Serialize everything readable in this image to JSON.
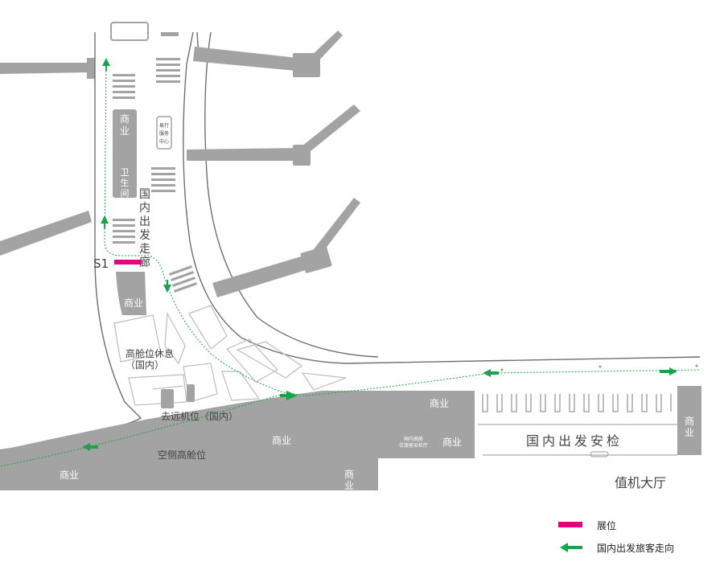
{
  "colors": {
    "building": "#a3a3a3",
    "road_line": "#6f6f6f",
    "booth": "#e4007f",
    "route": "#1aa34a",
    "label_white": "#ffffff",
    "label_dark": "#444444"
  },
  "labels": {
    "commerce_top": "商业",
    "toilet": "卫生间",
    "corridor": "国内出发走廊",
    "booth_code": "S1",
    "commerce_mid": "商业",
    "premium_lounge_line1": "高舱位休息",
    "premium_lounge_line2": "（国内）",
    "remote_gate": "去远机位（国内）",
    "airside_premium": "空侧高舱位",
    "commerce_bottom_center": "商业",
    "commerce_left_bottom": "商业",
    "commerce_below": "商业",
    "commerce_right_block": "商业",
    "commerce_near_check": "商业",
    "commerce_far_right": "商业",
    "domestic_transfer_line1": "国内高舱",
    "domestic_transfer_line2": "位旅客安检厅",
    "security_check": "国内出发安检",
    "checkin_hall": "值机大厅",
    "small_sign": "易行服务中心"
  },
  "legend": {
    "items": [
      {
        "label": "展位",
        "icon": "booth-swatch"
      },
      {
        "label": "国内出发旅客走向",
        "icon": "left-arrow-icon"
      }
    ]
  },
  "booths": [
    {
      "code": "S1",
      "label": "展位"
    }
  ]
}
